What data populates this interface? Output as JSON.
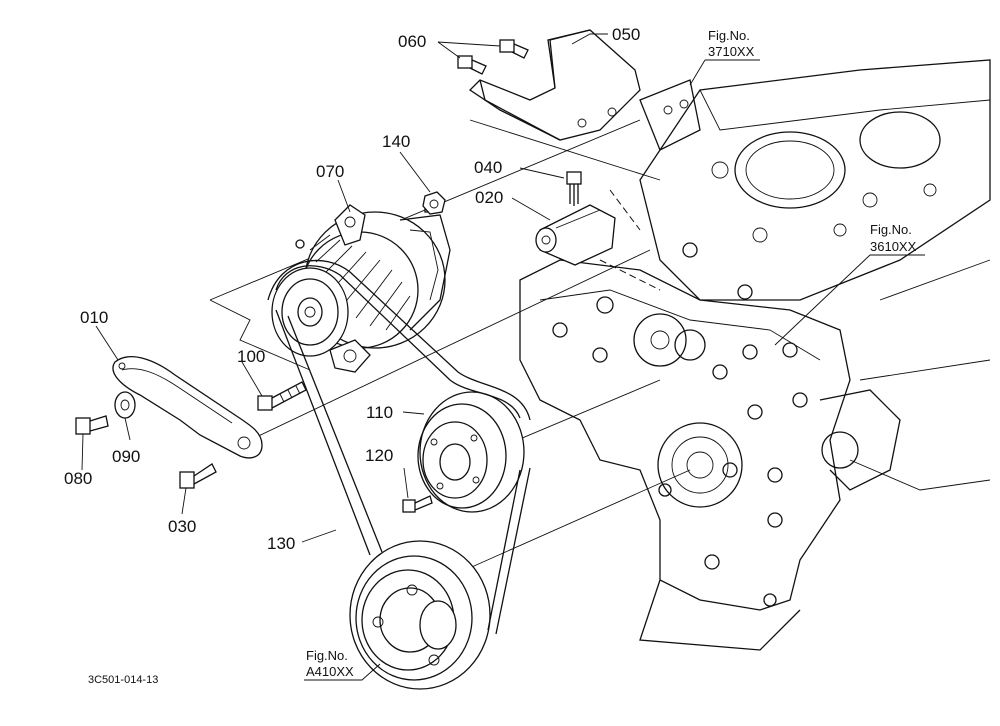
{
  "diagram": {
    "part_labels": {
      "p010": "010",
      "p020": "020",
      "p030": "030",
      "p040": "040",
      "p050": "050",
      "p060": "060",
      "p070": "070",
      "p080": "080",
      "p090": "090",
      "p100": "100",
      "p110": "110",
      "p120": "120",
      "p130": "130",
      "p140": "140"
    },
    "figure_refs": {
      "head": {
        "line1": "Fig.No.",
        "line2": "3710XX"
      },
      "block": {
        "line1": "Fig.No.",
        "line2": "3610XX"
      },
      "crank": {
        "line1": "Fig.No.",
        "line2": "A410XX"
      }
    },
    "drawing_code": "3C501-014-13"
  }
}
